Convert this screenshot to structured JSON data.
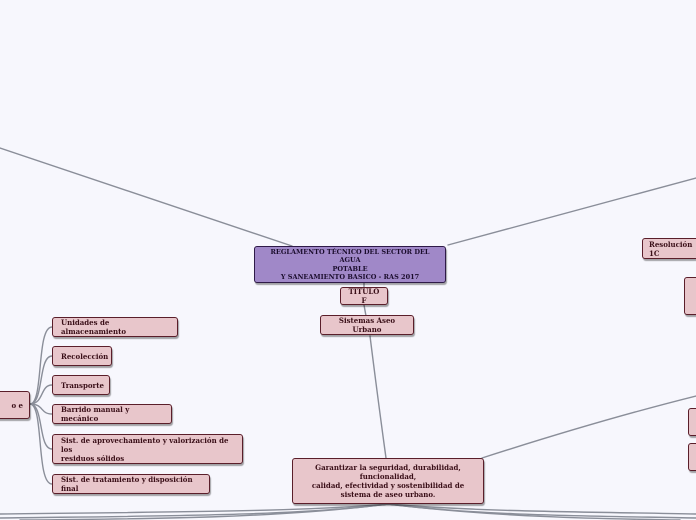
{
  "root": {
    "label": "REGLAMENTO TÉCNICO DEL SECTOR DEL AGUA\nPOTABLE\nY SANEAMIENTO BASICO - RAS 2017"
  },
  "titulo": {
    "label": "TITULO F"
  },
  "sistemas": {
    "label": "Sistemas Aseo Urbano"
  },
  "garantizar": {
    "label": "Garantizar la seguridad, durabilidad,\nfuncionalidad,\ncalidad, efectividad y sostenibilidad de\nsistema de aseo urbano."
  },
  "resolucion": {
    "label": "Resolución 1C"
  },
  "left_partial": {
    "label": "o e"
  },
  "left_children": [
    {
      "label": "Unidades de almacenamiento"
    },
    {
      "label": "Recolección"
    },
    {
      "label": "Transporte"
    },
    {
      "label": "Barrido manual y mecánico"
    },
    {
      "label": "Sist. de aprovechamiento y valorización de los\nresiduos sólidos"
    },
    {
      "label": "Sist. de tratamiento y disposición final"
    }
  ],
  "colors": {
    "background": "#f7f7fd",
    "node_fill": "#e8c6cb",
    "node_border": "#5a1e2a",
    "root_fill": "#a088c8",
    "link": "#8a8e99"
  }
}
